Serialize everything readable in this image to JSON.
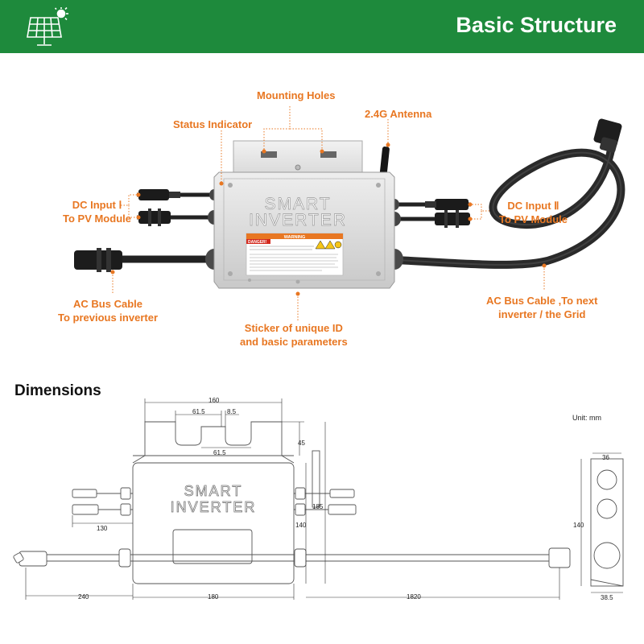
{
  "header": {
    "title": "Basic Structure",
    "logo_icon": "solar-panel-icon",
    "bg_color": "#1e8a3c"
  },
  "structure": {
    "product_text": [
      "SMART",
      "INVERTER"
    ],
    "sticker_title": "DANGER!",
    "sticker_warning": "WARNING",
    "callouts": {
      "mounting_holes": "Mounting Holes",
      "antenna": "2.4G Antenna",
      "status_indicator": "Status Indicator",
      "dc_input_1_line1": "DC Input Ⅰ",
      "dc_input_1_line2": "To PV Module",
      "dc_input_2_line1": "DC Input Ⅱ",
      "dc_input_2_line2": "To PV Module",
      "ac_bus_prev_line1": "AC Bus Cable",
      "ac_bus_prev_line2": "To previous inverter",
      "ac_bus_next_line1": "AC Bus Cable ,To next",
      "ac_bus_next_line2": "inverter / the Grid",
      "sticker_line1": "Sticker of unique ID",
      "sticker_line2": "and basic parameters"
    },
    "accent_color": "#e87722"
  },
  "dimensions": {
    "title": "Dimensions",
    "unit": "Unit: mm",
    "product_text": [
      "SMART",
      "INVERTER"
    ],
    "labels": {
      "width_top": "160",
      "hole_left": "61.5",
      "hole_gap": "8.5",
      "hole_bottom": "61.5",
      "bracket_height": "45",
      "total_height": "185",
      "body_height": "140",
      "dc_cable": "130",
      "ac_left": "240",
      "body_width": "180",
      "ac_right": "1820",
      "side_top": "36",
      "side_height": "140",
      "side_bottom": "38.5"
    }
  }
}
